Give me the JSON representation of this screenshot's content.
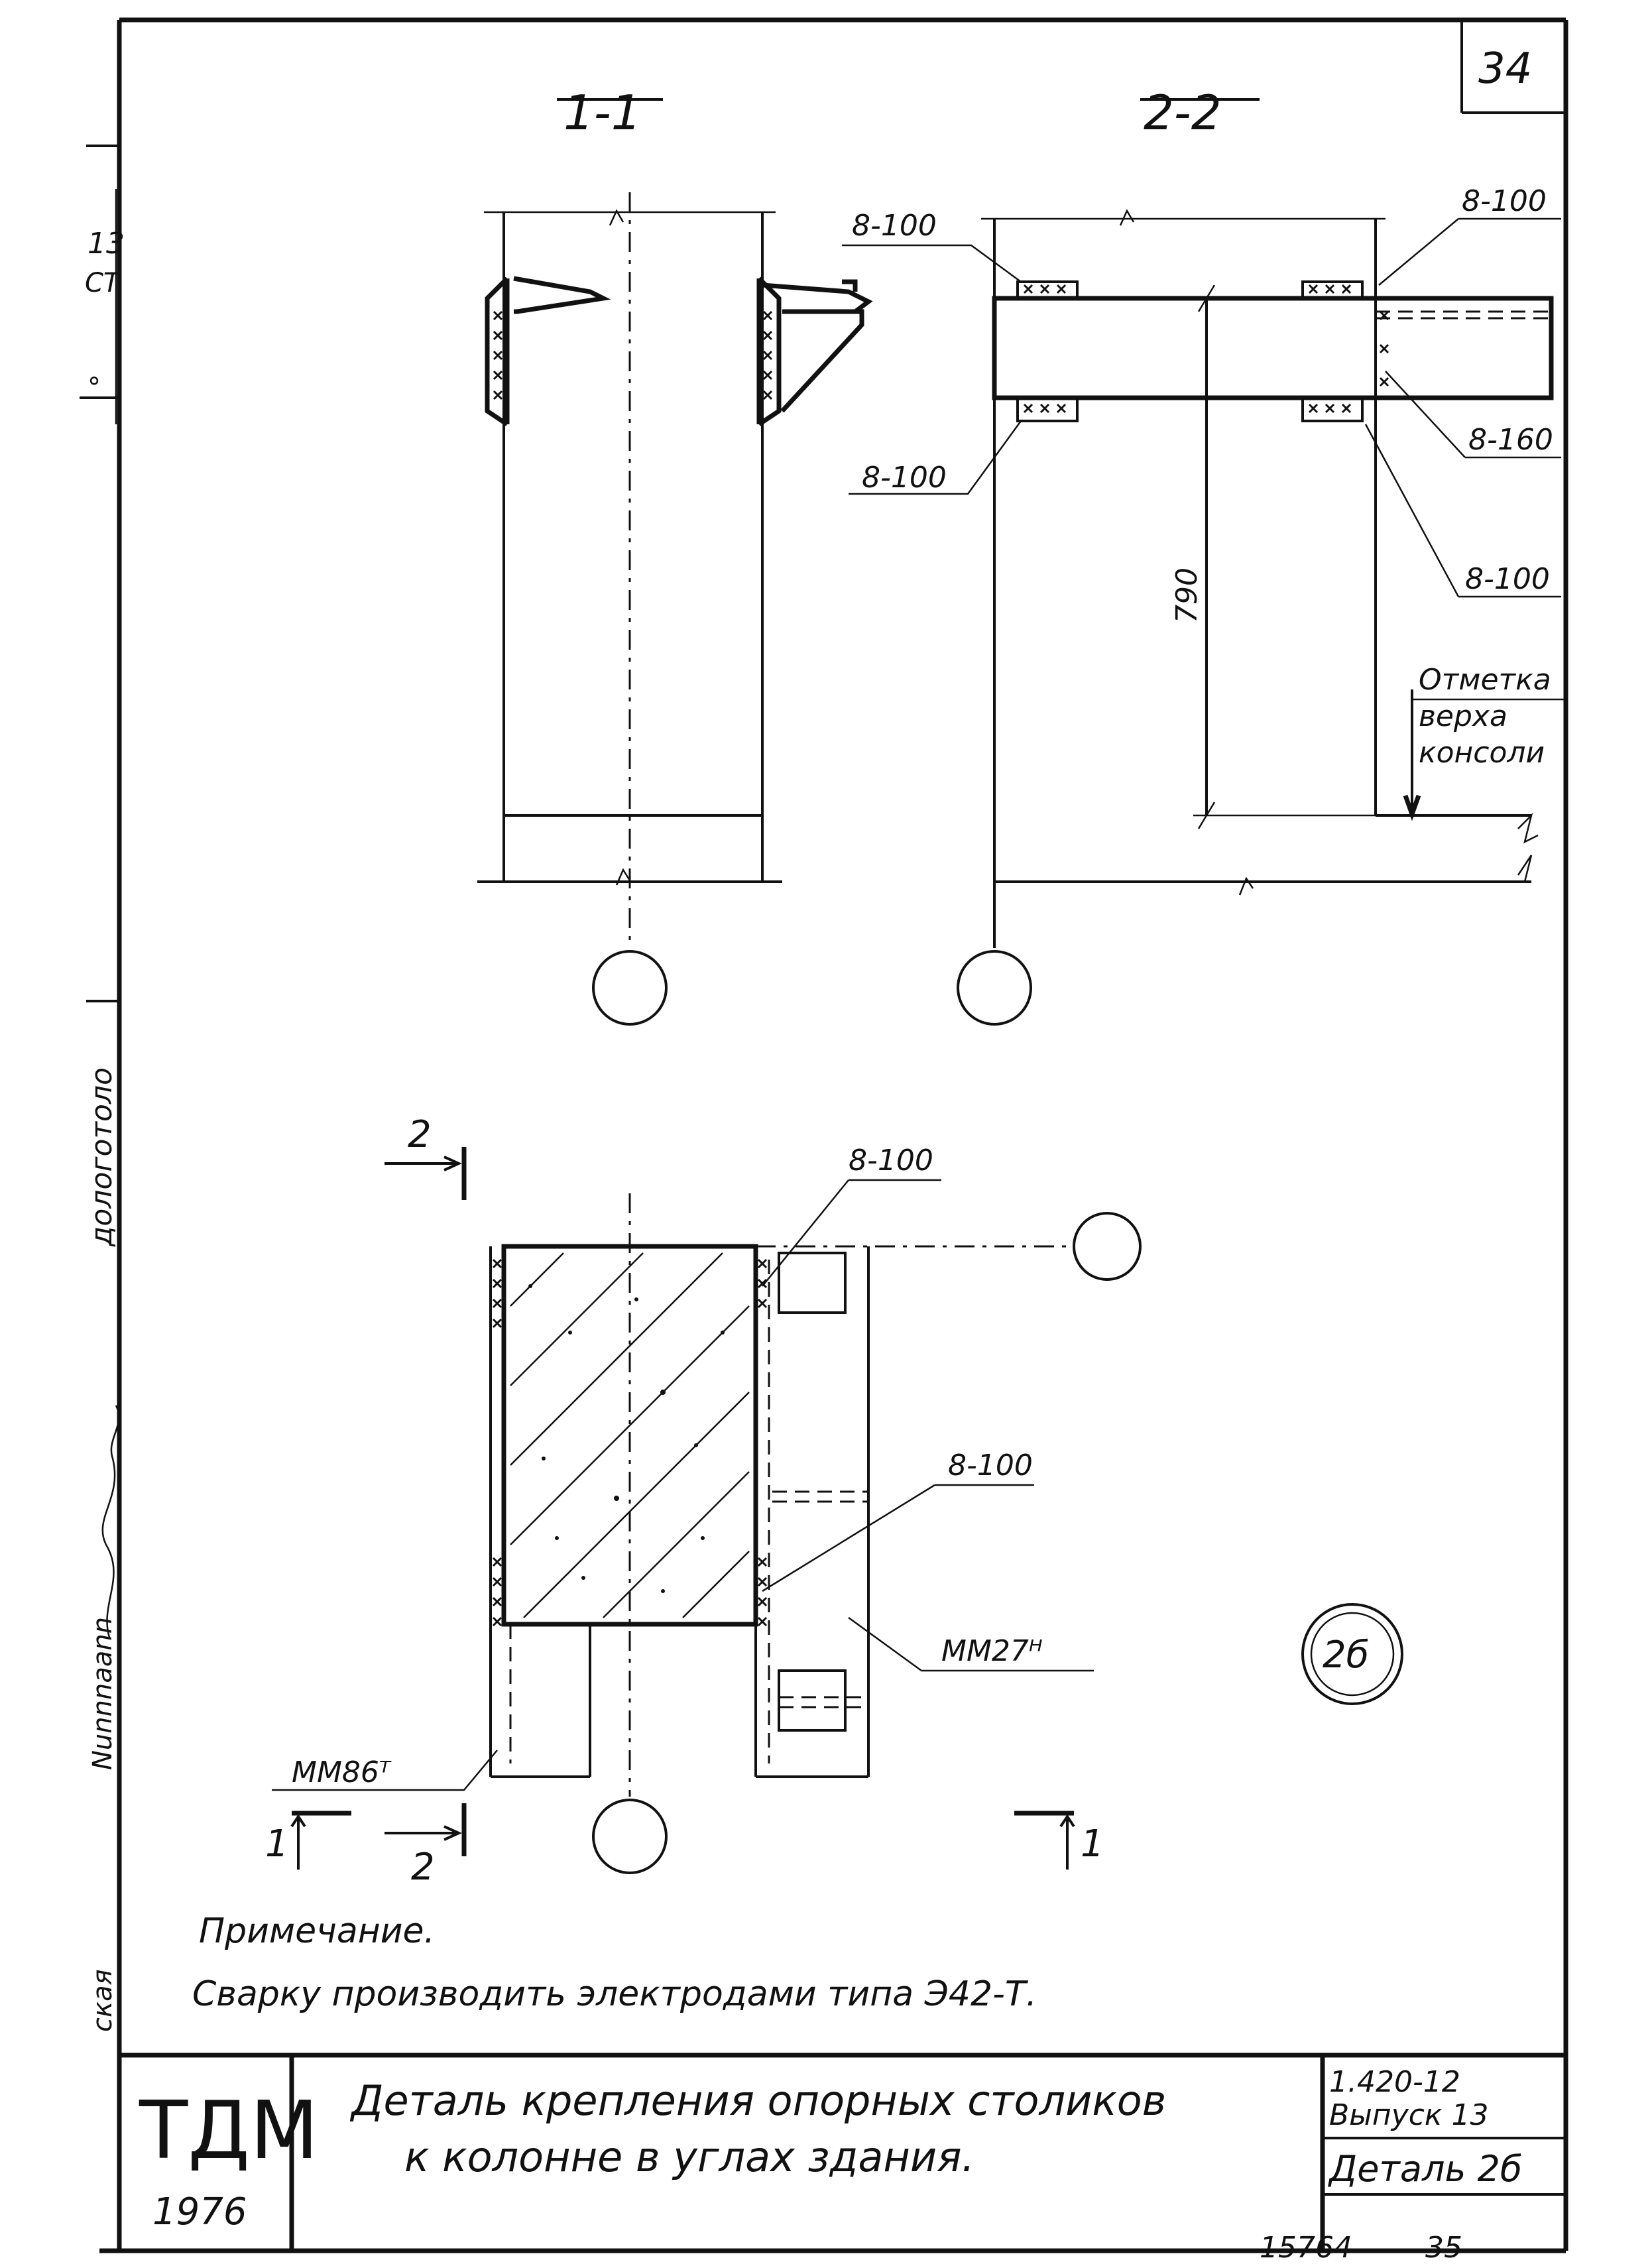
{
  "sheet": {
    "page_number": "34",
    "bottom_code": "15764",
    "bottom_page": "35"
  },
  "margin": {
    "top_fragment": "13",
    "mid_fragment": "СТ",
    "low_fragment": "°",
    "stamp_1": "дологотоло",
    "stamp_2": "Nunnnaann",
    "stamp_3": "ская"
  },
  "sections": {
    "section_1_label": "1-1",
    "section_2_label": "2-2"
  },
  "welds": {
    "w_2_2_top_left": "8-100",
    "w_2_2_top_right": "8-100",
    "w_2_2_bottom_left": "8-100",
    "w_2_2_side": "8-160",
    "w_2_2_bottom_right": "8-100",
    "w_plan_top": "8-100",
    "w_plan_mid": "8-100"
  },
  "dimensions": {
    "height_790": "790",
    "level_note": "Отметка верха консоли"
  },
  "plan": {
    "section_mark_2_top": "2",
    "section_mark_2_bottom": "2",
    "section_mark_1_left": "1",
    "section_mark_1_right": "1",
    "part_mm86": "ММ86ᵀ",
    "part_mm27": "ММ27ᴴ",
    "detail_badge": "2б"
  },
  "notes": {
    "heading": "Примечание.",
    "text": "Сварку производить электродами типа Э42-Т."
  },
  "title_block": {
    "logo": "ТДМ",
    "year": "1976",
    "title_line_1": "Деталь крепления опорных столиков",
    "title_line_2": "к колонне в углах здания.",
    "series": "1.420-12",
    "issue": "Выпуск 13",
    "detail": "Деталь 2б"
  }
}
